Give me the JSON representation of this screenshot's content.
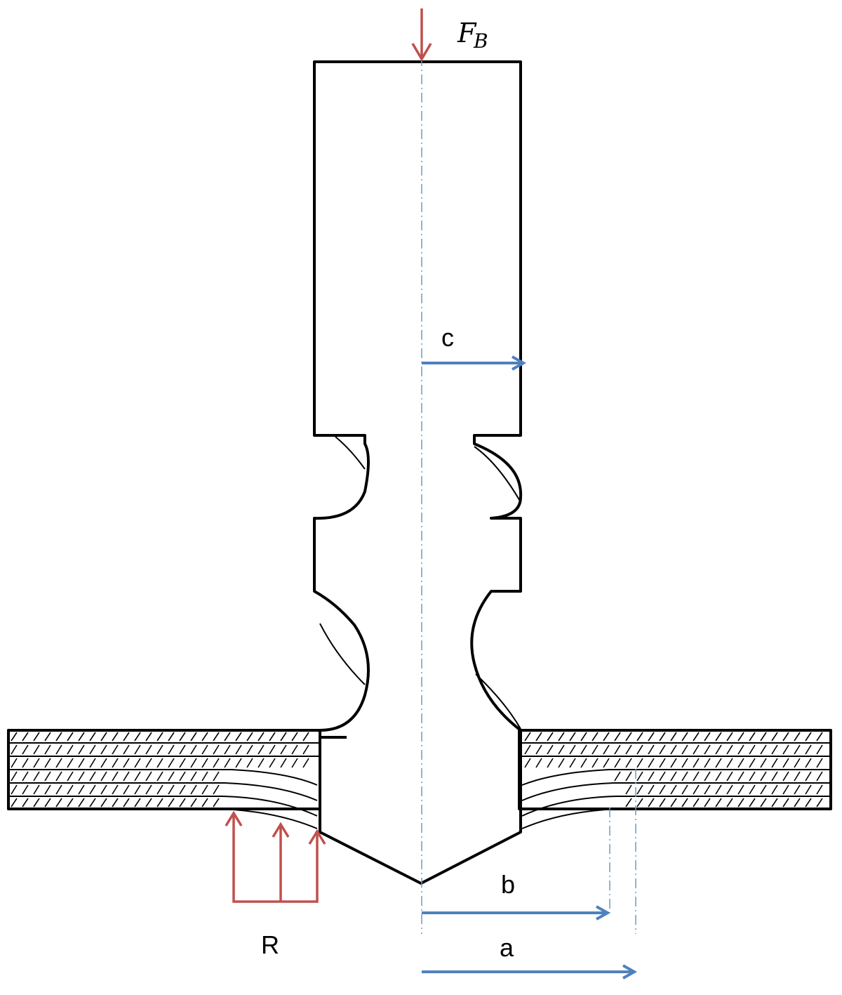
{
  "labels": {
    "force_main": "F",
    "force_sub": "B",
    "c": "c",
    "b": "b",
    "a": "a",
    "reaction": "R"
  },
  "colors": {
    "outline": "#000000",
    "force_arrows": "#c0504d",
    "dimension_arrows": "#4f81bd",
    "centerline": "#6a9ac9"
  }
}
